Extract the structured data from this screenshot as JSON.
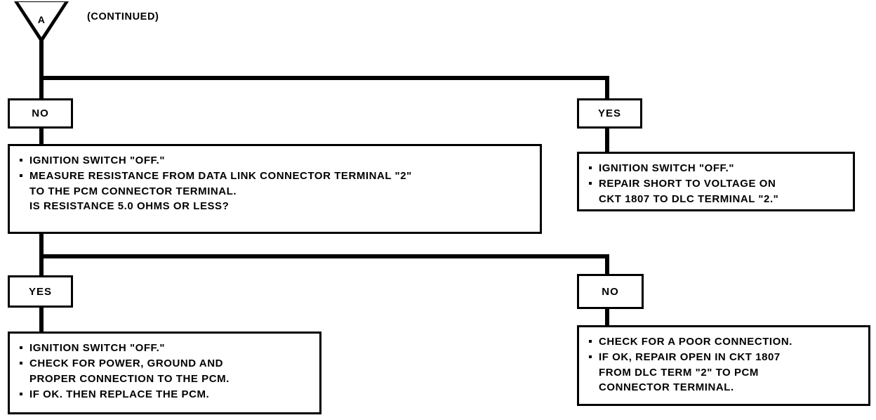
{
  "diagram": {
    "title_note": "(CONTINUED)",
    "connector": {
      "label": "A",
      "shape": "inverted-triangle"
    },
    "ink_color": "#000000",
    "background_color": "#ffffff",
    "branches": {
      "top_left": {
        "answer": "NO",
        "instructions": [
          "IGNITION SWITCH \"OFF.\"",
          "MEASURE RESISTANCE FROM DATA LINK CONNECTOR TERMINAL \"2\"\nTO THE PCM CONNECTOR TERMINAL.\nIS RESISTANCE 5.0 OHMS OR LESS?"
        ]
      },
      "top_right": {
        "answer": "YES",
        "instructions": [
          "IGNITION SWITCH \"OFF.\"",
          "REPAIR SHORT TO VOLTAGE ON\nCKT 1807 TO DLC TERMINAL \"2.\""
        ]
      },
      "bottom_left": {
        "answer": "YES",
        "instructions": [
          "IGNITION SWITCH \"OFF.\"",
          "CHECK FOR POWER, GROUND AND\nPROPER CONNECTION TO THE PCM.",
          "IF OK. THEN REPLACE THE PCM."
        ]
      },
      "bottom_right": {
        "answer": "NO",
        "instructions": [
          "CHECK FOR A POOR CONNECTION.",
          "IF OK, REPAIR OPEN IN CKT 1807\nFROM DLC TERM \"2\" TO PCM\nCONNECTOR TERMINAL."
        ]
      }
    }
  }
}
